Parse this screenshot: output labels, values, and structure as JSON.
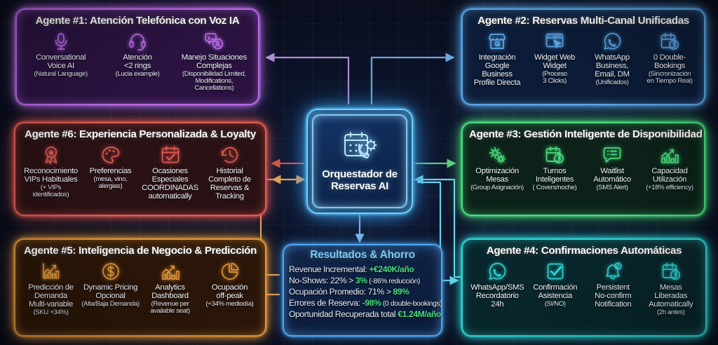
{
  "colors": {
    "agent1": "#b96ae6",
    "agent2": "#5aa7e8",
    "agent3": "#4ade80",
    "agent4": "#2fd4d4",
    "agent5": "#e0943c",
    "agent6": "#e05a52",
    "orchestrator": "#69d2ff",
    "results_accent": "#7ec9f5",
    "positive": "#4ade80",
    "background": "#090d1a"
  },
  "orchestrator": {
    "title_line1": "Orquestador de",
    "title_line2": "Reservas AI",
    "icon": "calendar-phone-gear-icon"
  },
  "panels": [
    {
      "id": "p1",
      "title": "Agente #1: Atención Telefónica con Voz IA",
      "color": "#b96ae6",
      "bg": "#2a1340",
      "features": [
        {
          "icon": "microphone-icon",
          "lines": [
            "Conversational",
            "Voice AI"
          ],
          "sub": [
            "(Natural Language)"
          ]
        },
        {
          "icon": "headset-icon",
          "lines": [
            "Atención",
            "<2 rings"
          ],
          "sub": [
            "(Lucia example)"
          ]
        },
        {
          "icon": "chat-bubbles-icon",
          "lines": [
            "Manejo Situaciones",
            "Complejas"
          ],
          "sub": [
            "(Disponibilidad Limited,",
            "Modifications, Cancellations)"
          ]
        }
      ]
    },
    {
      "id": "p2",
      "title": "Agente #2: Reservas Multi-Canal Unificadas",
      "color": "#5aa7e8",
      "bg": "#0c1c38",
      "features": [
        {
          "icon": "storefront-google-icon",
          "lines": [
            "Integración",
            "Google Business",
            "Profile Directa"
          ],
          "sub": []
        },
        {
          "icon": "web-widget-cursor-icon",
          "lines": [
            "Widget Web",
            "Widget"
          ],
          "sub": [
            "(Proceso",
            "3 Clicks)"
          ]
        },
        {
          "icon": "whatsapp-icon",
          "lines": [
            "WhatsApp",
            "Business,",
            "Email, DM"
          ],
          "sub": [
            "(Unificados)"
          ]
        },
        {
          "icon": "calendar-clock-icon",
          "lines": [
            "0 Double-",
            "Bookings"
          ],
          "sub": [
            "(Sincronización",
            "en Tiempo Real)"
          ]
        }
      ]
    },
    {
      "id": "p3",
      "title": "Agente #3: Gestión Inteligente de Disponibilidad",
      "color": "#4ade80",
      "bg": "#0c2219",
      "features": [
        {
          "icon": "gears-icon",
          "lines": [
            "Optimización",
            "Mesas"
          ],
          "sub": [
            "(Group Asignación)"
          ]
        },
        {
          "icon": "calendar-clock-icon",
          "lines": [
            "Turnos",
            "Inteligentes"
          ],
          "sub": [
            "( Covers/noche)"
          ]
        },
        {
          "icon": "list-chat-icon",
          "lines": [
            "Waitlist",
            "Automático"
          ],
          "sub": [
            "(SMS Alert)"
          ]
        },
        {
          "icon": "bar-chart-arrow-icon",
          "lines": [
            "Capacidad",
            "Utilización"
          ],
          "sub": [
            "(+18% efficiency)"
          ]
        }
      ]
    },
    {
      "id": "p4",
      "title": "Agente #4: Confirmaciones Automáticas",
      "color": "#2fd4d4",
      "bg": "#08262b",
      "features": [
        {
          "icon": "whatsapp-icon",
          "lines": [
            "WhatsApp/SMS",
            "Recordatorio",
            "24h"
          ],
          "sub": []
        },
        {
          "icon": "checkbox-check-icon",
          "lines": [
            "Confirmación",
            "Asistencia"
          ],
          "sub": [
            "(SI/NO)"
          ]
        },
        {
          "icon": "bell-alert-icon",
          "lines": [
            "Persistent",
            "No-confirm",
            "Notification"
          ],
          "sub": []
        },
        {
          "icon": "calendar-clock-icon",
          "lines": [
            "Mesas Liberadas",
            "Automatically"
          ],
          "sub": [
            "(2h antes)"
          ]
        }
      ]
    },
    {
      "id": "p5",
      "title": "Agente #5: Inteligencia de Negocio & Predicción",
      "color": "#e0943c",
      "bg": "#2a1608",
      "features": [
        {
          "icon": "chart-prediction-icon",
          "lines": [
            "Predicción de",
            "Demanda",
            "Multi-variable"
          ],
          "sub": [
            "(SKU +34%)"
          ]
        },
        {
          "icon": "dollar-coin-icon",
          "lines": [
            "Dynamic Pricing",
            "Opcional"
          ],
          "sub": [
            "(Alta/Baja Demanda)"
          ]
        },
        {
          "icon": "bar-chart-arrow-icon",
          "lines": [
            "Analytics",
            "Dashboard"
          ],
          "sub": [
            "(Revenue per",
            "available seat)"
          ]
        },
        {
          "icon": "pie-chart-icon",
          "lines": [
            "Ocupación",
            "off-peak"
          ],
          "sub": [
            "(+34% mediodía)"
          ]
        }
      ]
    },
    {
      "id": "p6",
      "title": "Agente #6: Experiencia Personalizada & Loyalty",
      "color": "#e05a52",
      "bg": "#2a1114",
      "features": [
        {
          "icon": "award-ribbon-icon",
          "lines": [
            "Reconocimiento",
            "VIPs Habituales"
          ],
          "sub": [
            "(+ VIPs identificados)"
          ]
        },
        {
          "icon": "palette-icon",
          "lines": [
            "Preferencias"
          ],
          "sub": [
            "(mesa, vino,",
            "alergias)"
          ]
        },
        {
          "icon": "calendar-check-icon",
          "lines": [
            "Ocasiones",
            "Especiales",
            "COORDINADAS",
            "automatically"
          ],
          "sub": []
        },
        {
          "icon": "history-clock-icon",
          "lines": [
            "Historial",
            "Completo de",
            "Reservas &",
            "Tracking"
          ],
          "sub": []
        }
      ]
    }
  ],
  "results": {
    "title": "Resultados & Ahorro",
    "lines": [
      {
        "label": "Revenue Incremental: ",
        "value": "+€240K/año",
        "note": ""
      },
      {
        "label": "No-Shows: 22% > ",
        "value": "3%",
        "note": " (-86% reducción)"
      },
      {
        "label": "Ocupación Promedio: 71% > ",
        "value": "89%",
        "note": ""
      },
      {
        "label": "Errores de Reserva: ",
        "value": "-98%",
        "note": " (0 double-bookings)"
      },
      {
        "label": "Oportunidad Recuperada total ",
        "value": "€1.24M/año",
        "note": ""
      }
    ]
  }
}
